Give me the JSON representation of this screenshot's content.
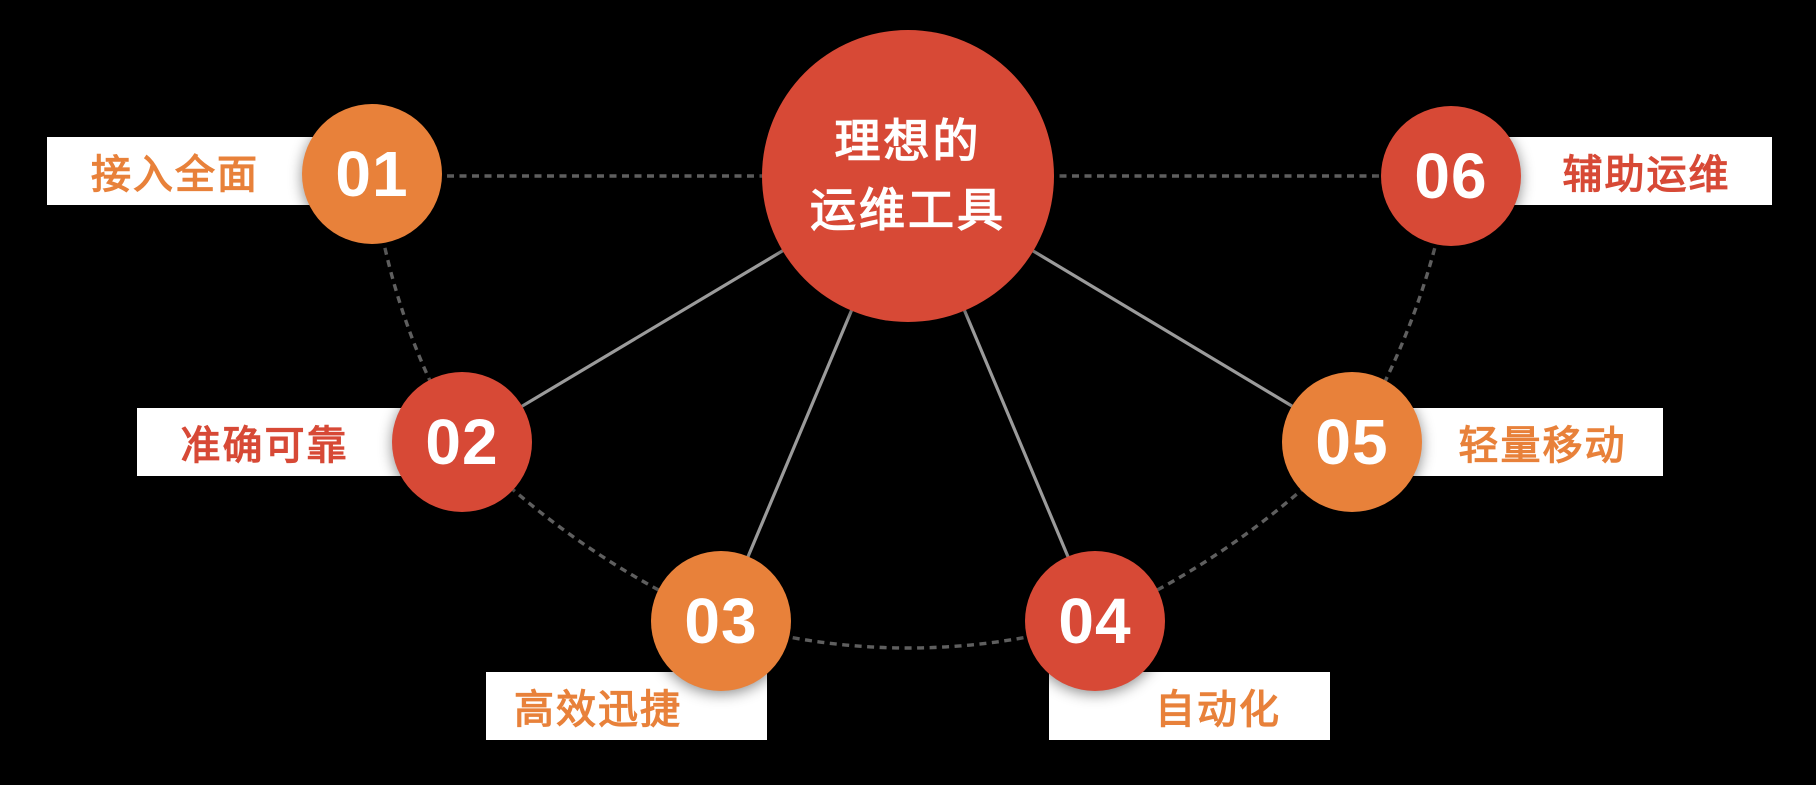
{
  "colors": {
    "background": "#000000",
    "red": "#d74936",
    "orange": "#e8813a",
    "solid-line": "#9b9b9b",
    "dashed-line": "#5f5f5f",
    "label-bg": "#ffffff",
    "number-text": "#ffffff"
  },
  "center": {
    "line1": "理想的",
    "line2": "运维工具"
  },
  "nodes": [
    {
      "number": "01",
      "label": "接入全面",
      "circle_color": "orange",
      "label_color": "orange"
    },
    {
      "number": "02",
      "label": "准确可靠",
      "circle_color": "red",
      "label_color": "red"
    },
    {
      "number": "03",
      "label": "高效迅捷",
      "circle_color": "orange",
      "label_color": "orange"
    },
    {
      "number": "04",
      "label": "自动化",
      "circle_color": "red",
      "label_color": "orange"
    },
    {
      "number": "05",
      "label": "轻量移动",
      "circle_color": "orange",
      "label_color": "orange"
    },
    {
      "number": "06",
      "label": "辅助运维",
      "circle_color": "red",
      "label_color": "red"
    }
  ]
}
